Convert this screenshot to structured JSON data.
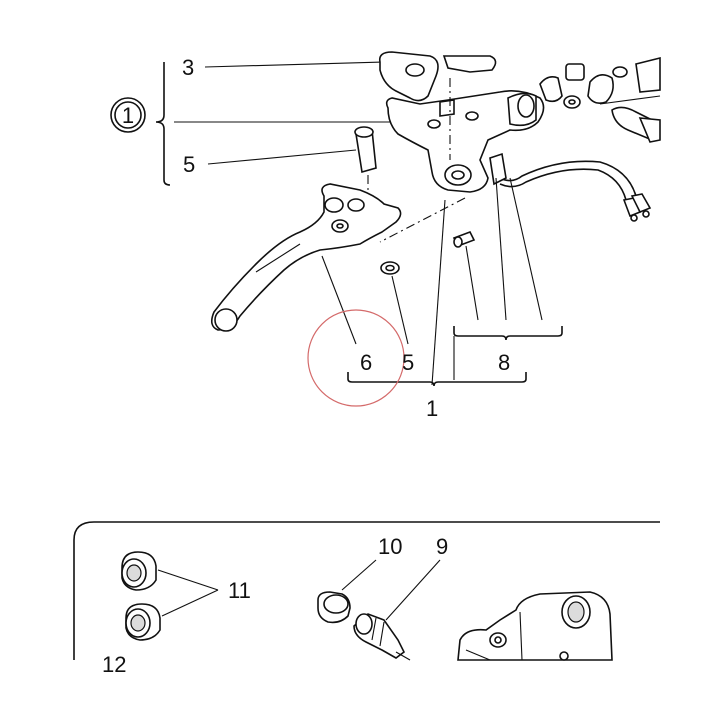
{
  "callouts": {
    "c3": "3",
    "c1_circled": "1",
    "c5_top": "5",
    "c6": "6",
    "c5_bottom": "5",
    "c8": "8",
    "c1": "1",
    "c10": "10",
    "c9": "9",
    "c11": "11",
    "c12": "12"
  },
  "colors": {
    "ink": "#111111",
    "highlight_circle": "#d46a6a",
    "shading": "#dcdcdc"
  }
}
